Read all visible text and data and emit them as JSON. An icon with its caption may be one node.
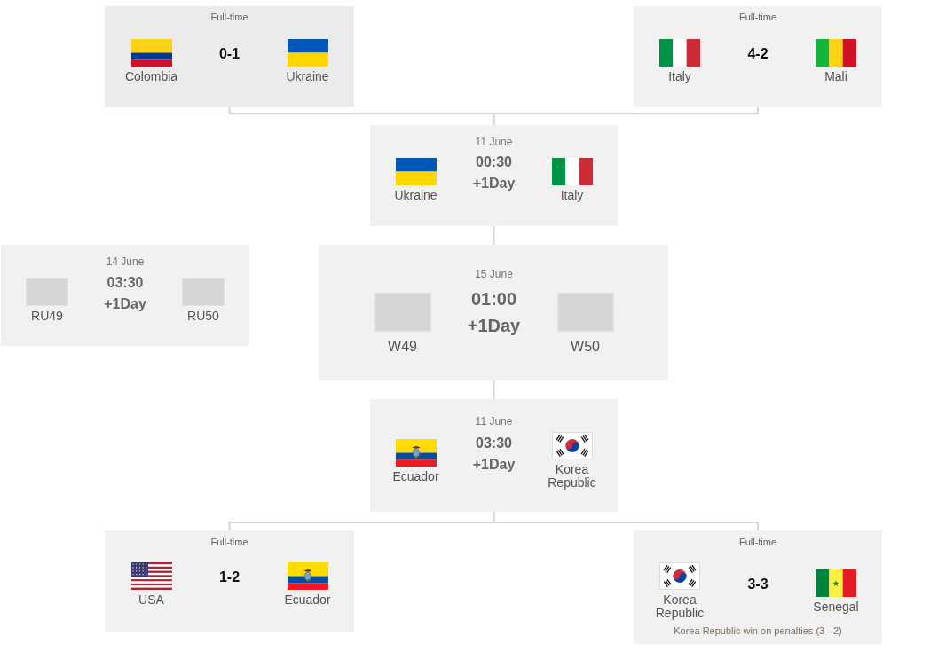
{
  "diagram": {
    "nodes": [
      {
        "text": [
          "Full-time",
          "Colombia",
          "0-1",
          "Ukraine"
        ]
      },
      {
        "text": [
          "Full-time",
          "Italy",
          "4-2",
          "Mali"
        ]
      },
      {
        "text": [
          "11 June",
          "Ukraine",
          "00:30",
          "+1Day",
          "Italy"
        ]
      },
      {
        "text": [
          "14 June",
          "RU49",
          "03:30",
          "+1Day",
          "RU50"
        ]
      },
      {
        "text": [
          "15 June",
          "W49",
          "01:00",
          "+1Day",
          "W50"
        ]
      },
      {
        "text": [
          "11 June",
          "Ecuador",
          "03:30",
          "+1Day",
          "Korea Republic"
        ]
      },
      {
        "text": [
          "Full-time",
          "USA",
          "1-2",
          "Ecuador"
        ]
      },
      {
        "text": [
          "Full-time",
          "Korea Republic",
          "3-3",
          "Senegal",
          "Korea Republic win on penalties (3 - 2)"
        ]
      }
    ],
    "edges": [
      {
        "from": 0,
        "to": 2,
        "arrow": "none"
      },
      {
        "from": 1,
        "to": 2,
        "arrow": "none"
      },
      {
        "from": 2,
        "to": 4,
        "arrow": "none"
      },
      {
        "from": 5,
        "to": 4,
        "arrow": "none"
      },
      {
        "from": 6,
        "to": 5,
        "arrow": "none"
      },
      {
        "from": 7,
        "to": 5,
        "arrow": "none"
      }
    ]
  }
}
